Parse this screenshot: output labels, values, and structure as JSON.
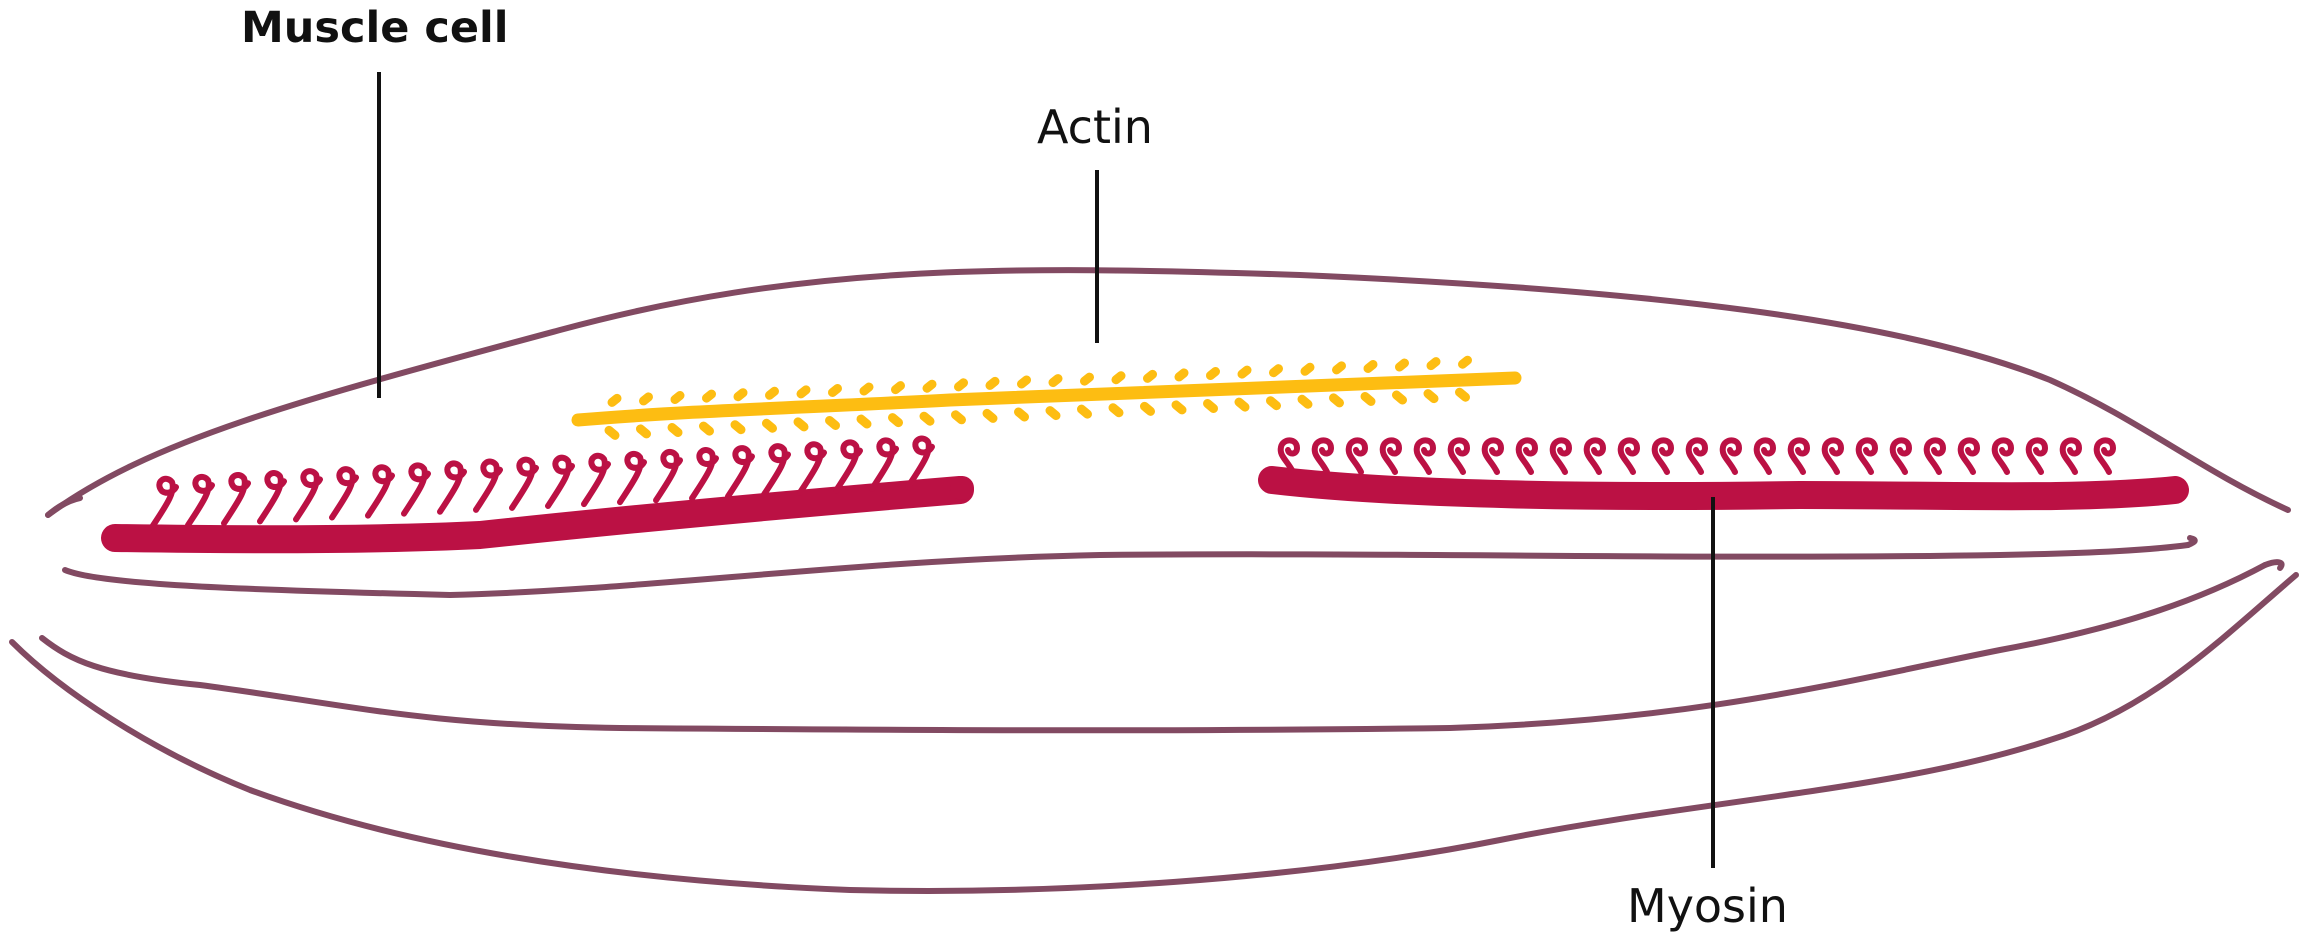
{
  "labels": {
    "muscle_cell": "Muscle cell",
    "actin": "Actin",
    "myosin": "Myosin"
  },
  "colors": {
    "cell_outline": "#824a62",
    "actin": "#fdbd12",
    "myosin": "#bb1144",
    "leader_line": "#111111",
    "text": "#111111"
  }
}
